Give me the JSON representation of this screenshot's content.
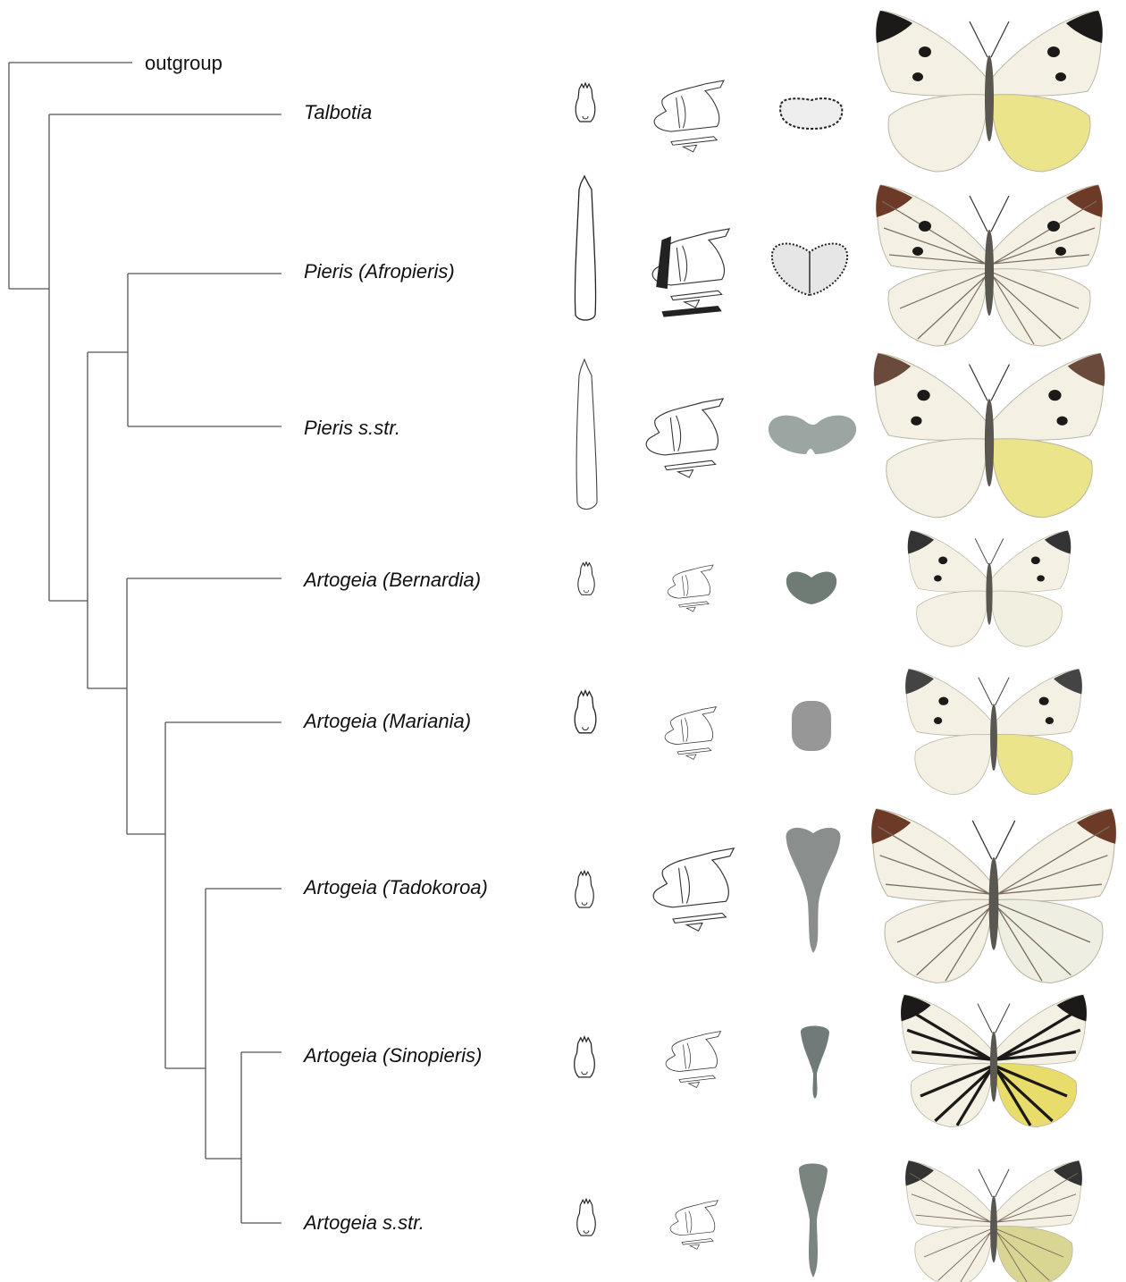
{
  "taxa": [
    {
      "id": "outgroup",
      "label": "outgroup"
    },
    {
      "id": "talbotia",
      "label": "Talbotia"
    },
    {
      "id": "afropieris",
      "label": "Pieris (Afropieris)"
    },
    {
      "id": "pieris",
      "label": "Pieris s.str."
    },
    {
      "id": "bernardia",
      "label": "Artogeia (Bernardia)"
    },
    {
      "id": "mariania",
      "label": "Artogeia (Mariania)"
    },
    {
      "id": "tadokoroa",
      "label": "Artogeia (Tadokoroa)"
    },
    {
      "id": "sinopieris",
      "label": "Artogeia (Sinopieris)"
    },
    {
      "id": "artogeia",
      "label": "Artogeia s.str."
    }
  ],
  "colors": {
    "line": "#555555",
    "wing_white": "#f4f1e4",
    "wing_yellow": "#ece48a",
    "wing_black": "#1c1a18",
    "wing_brown": "#6e3a28",
    "plate_grey": "#7a8680"
  }
}
